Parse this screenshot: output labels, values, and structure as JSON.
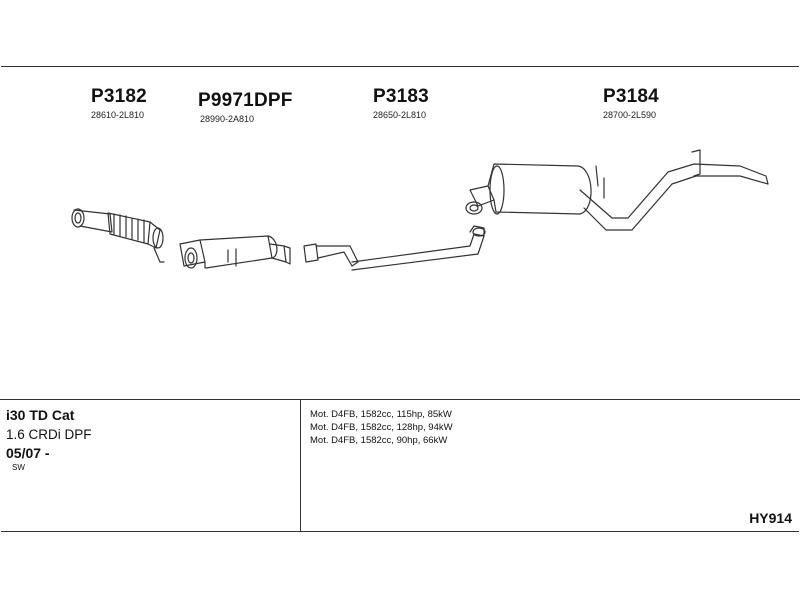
{
  "parts": [
    {
      "code": "P3182",
      "oem": "28610-2L810"
    },
    {
      "code": "P9971DPF",
      "oem": "28990-2A810"
    },
    {
      "code": "P3183",
      "oem": "28650-2L810"
    },
    {
      "code": "P3184",
      "oem": "28700-2L590"
    }
  ],
  "vehicle": {
    "model": "i30 TD Cat",
    "engine": "1.6 CRDi DPF",
    "date": "05/07 -",
    "body": "SW"
  },
  "engines": [
    "Mot. D4FB, 1582cc, 115hp, 85kW",
    "Mot. D4FB, 1582cc, 128hp, 94kW",
    "Mot. D4FB, 1582cc, 90hp, 66kW"
  ],
  "kit_code": "HY914",
  "colors": {
    "line": "#333333",
    "text": "#111111"
  }
}
